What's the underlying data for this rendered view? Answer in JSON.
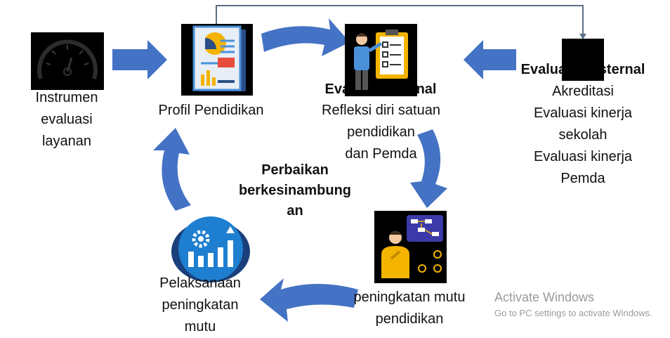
{
  "colors": {
    "arrow_blue": "#4472c4",
    "connector": "#5a6f86",
    "black": "#000000",
    "gold": "#f4b400",
    "doc_blue": "#4a90d9"
  },
  "nodes": {
    "instrumen": {
      "lines": [
        "Instrumen",
        "evaluasi",
        "layanan"
      ],
      "icon": "speedometer-icon"
    },
    "profil": {
      "label": "Profil Pendidikan",
      "icon": "report-document-icon"
    },
    "internal": {
      "title": "Evaluasi Internal",
      "lines": [
        "Refleksi diri satuan",
        "pendidikan",
        "dan Pemda"
      ],
      "icon": "presenter-checklist-icon"
    },
    "eksternal": {
      "title": "Evaluasi Eksternal",
      "lines": [
        "Akreditasi",
        "Evaluasi kinerja",
        "sekolah",
        "Evaluasi kinerja",
        "Pemda"
      ]
    },
    "center": {
      "lines": [
        "Perbaikan",
        "berkesinambung",
        "an"
      ]
    },
    "peningkatan": {
      "lines": [
        "peningkatan mutu",
        "pendidikan"
      ],
      "icon": "thinking-flowchart-icon"
    },
    "pelaksanaan": {
      "lines": [
        "Pelaksanaan",
        "peningkatan",
        "mutu"
      ],
      "icon": "gear-growth-icon"
    }
  },
  "watermark": {
    "title": "Activate Windows",
    "subtitle": "Go to PC settings to activate Windows."
  }
}
